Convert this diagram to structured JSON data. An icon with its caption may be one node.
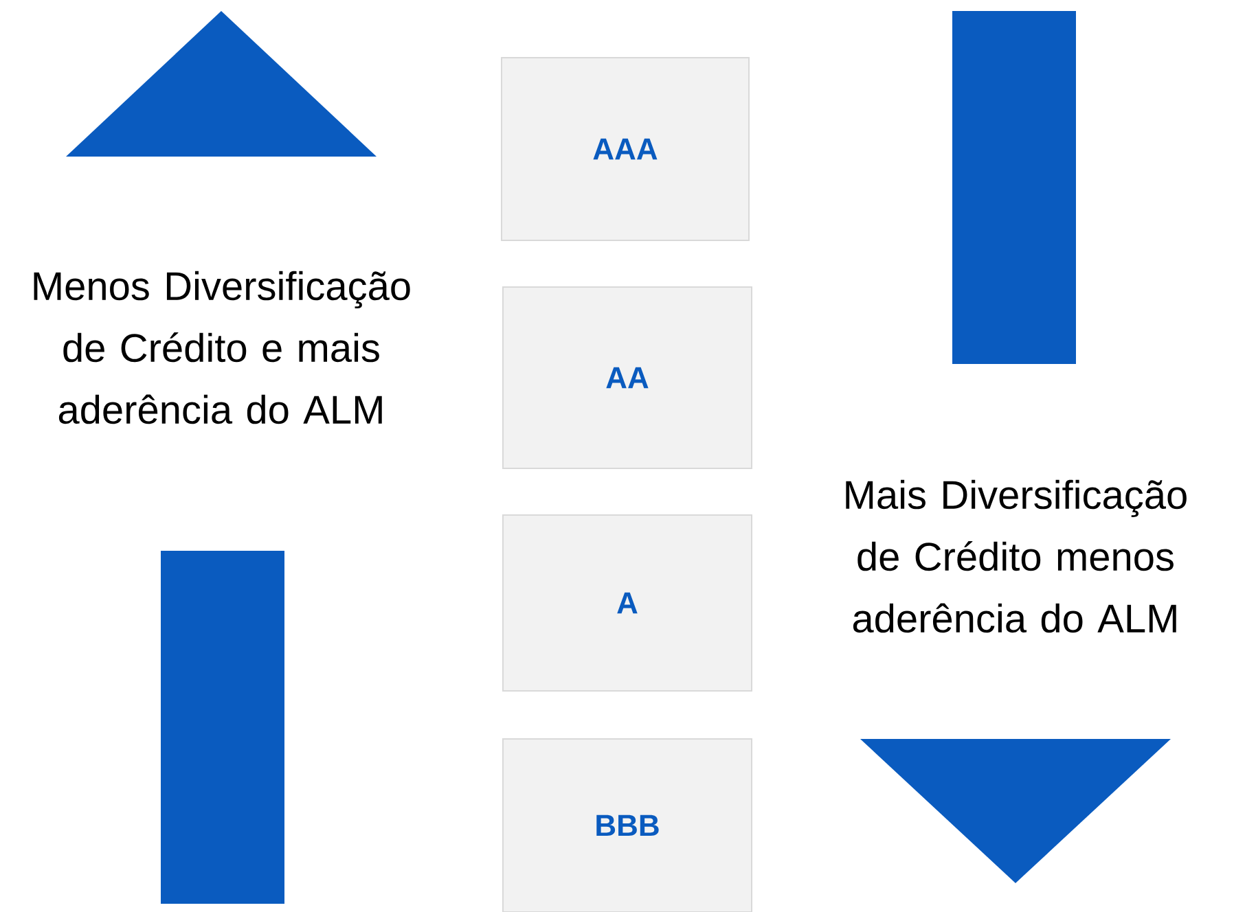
{
  "diagram": {
    "nodes": [
      {
        "text": [
          "AAA"
        ]
      },
      {
        "text": [
          "AA"
        ]
      },
      {
        "text": [
          "A"
        ]
      },
      {
        "text": [
          "BBB"
        ]
      }
    ],
    "labels": [
      "Menos Diversificação de Crédito e mais aderência do ALM",
      "Mais Diversificação de Crédito menos aderência do ALM"
    ]
  }
}
